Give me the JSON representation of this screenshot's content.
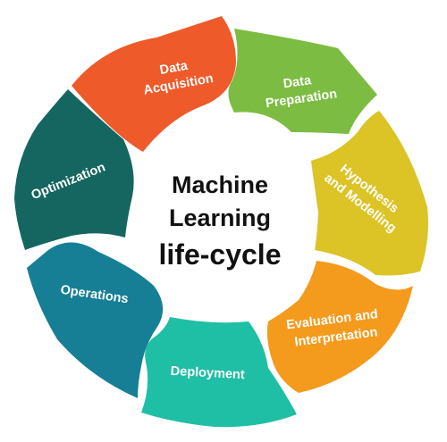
{
  "center": {
    "line1": "Machine",
    "line2": "Learning",
    "line3": "life-cycle"
  },
  "stages": [
    {
      "lines": [
        "Data",
        "Acquisition"
      ],
      "color": "#ee5a2a"
    },
    {
      "lines": [
        "Data",
        "Preparation"
      ],
      "color": "#7cbc42"
    },
    {
      "lines": [
        "Hypothesis",
        "and Modelling"
      ],
      "color": "#dcc326"
    },
    {
      "lines": [
        "Evaluation and",
        "Interpretation"
      ],
      "color": "#f49a1c"
    },
    {
      "lines": [
        "Deployment"
      ],
      "color": "#1fbfa5"
    },
    {
      "lines": [
        "Operations"
      ],
      "color": "#167f96"
    },
    {
      "lines": [
        "Optimization"
      ],
      "color": "#156660"
    }
  ]
}
